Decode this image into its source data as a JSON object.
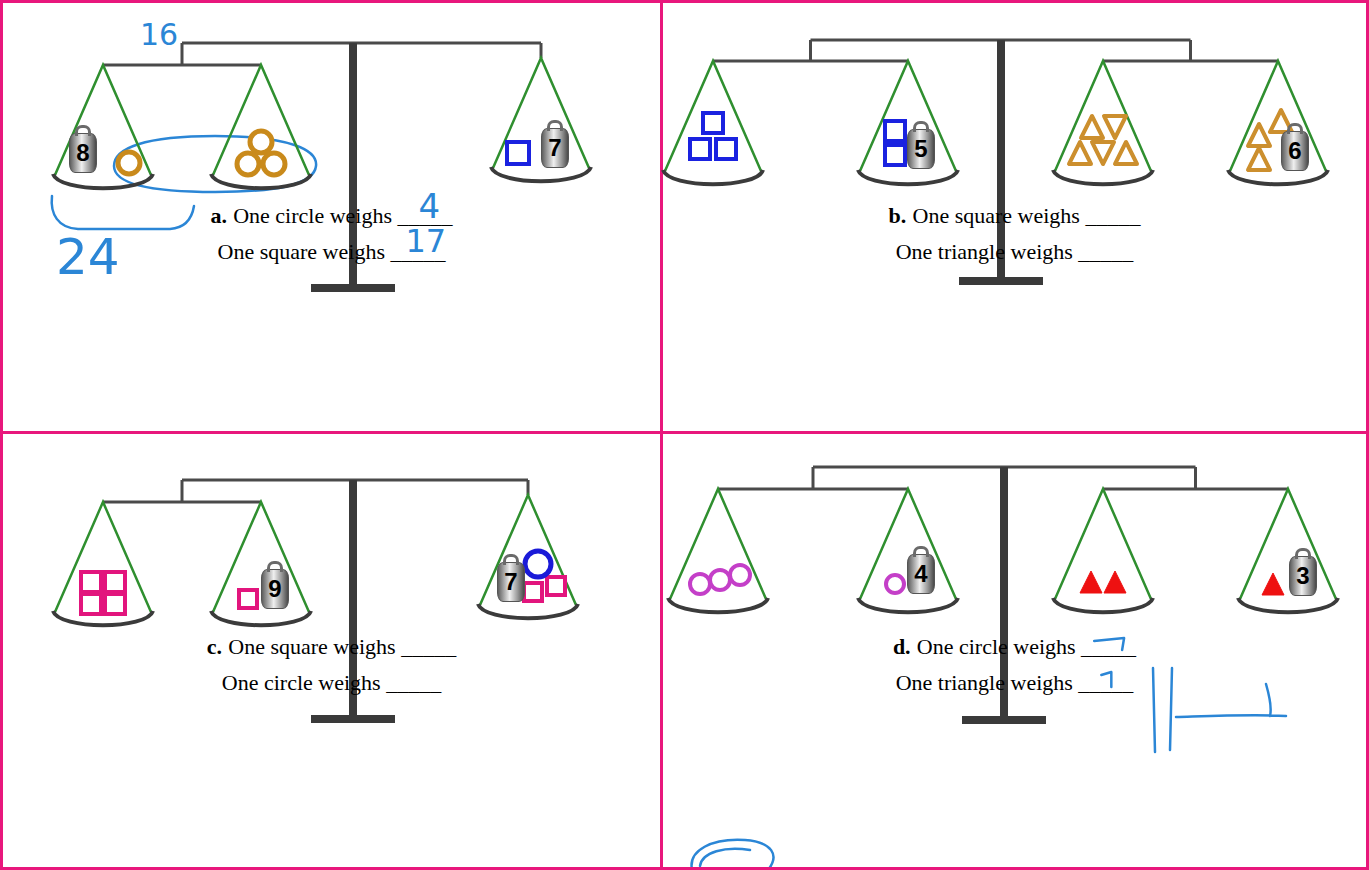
{
  "diagram": {
    "nodes": [
      {
        "text": [
          "a.",
          "One circle weighs _____",
          "One square weighs _____"
        ]
      },
      {
        "text": [
          "8"
        ],
        "in": 0
      },
      {
        "text": [
          "7"
        ],
        "in": 0
      },
      {
        "text": [
          "b.",
          "One square weighs _____",
          "One triangle weighs _____"
        ]
      },
      {
        "text": [
          "5"
        ],
        "in": 3
      },
      {
        "text": [
          "6"
        ],
        "in": 3
      },
      {
        "text": [
          "c.",
          "One square weighs _____",
          "One circle weighs _____"
        ]
      },
      {
        "text": [
          "9"
        ],
        "in": 6
      },
      {
        "text": [
          "7"
        ],
        "in": 6
      },
      {
        "text": [
          "d.",
          "One circle weighs _____",
          "One triangle weighs _____"
        ]
      },
      {
        "text": [
          "4"
        ],
        "in": 9
      },
      {
        "text": [
          "3"
        ],
        "in": 9
      }
    ],
    "labels": [
      "16",
      "24",
      "4",
      "17"
    ]
  }
}
